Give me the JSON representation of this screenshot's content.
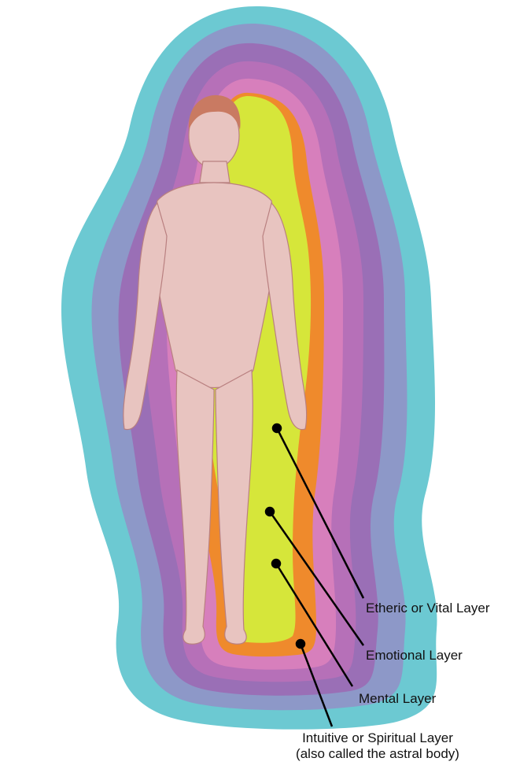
{
  "diagram": {
    "subject": "human-body-aura-layers",
    "colors": {
      "background": "#ffffff",
      "outer_cyan": "#6cc9d2",
      "blue_violet": "#8d98c8",
      "purple": "#9a6fb6",
      "magenta_violet": "#b670b8",
      "pink": "#d77fbc",
      "orange": "#ef8a2c",
      "yellow_green": "#d6e63a",
      "skin": "#e8c4c0",
      "line": "#000000"
    },
    "labels": {
      "etheric": "Etheric or Vital Layer",
      "emotional": "Emotional Layer",
      "mental": "Mental Layer",
      "intuitive_line1": "Intuitive or Spiritual Layer",
      "intuitive_line2": "(also called the astral body)"
    }
  }
}
